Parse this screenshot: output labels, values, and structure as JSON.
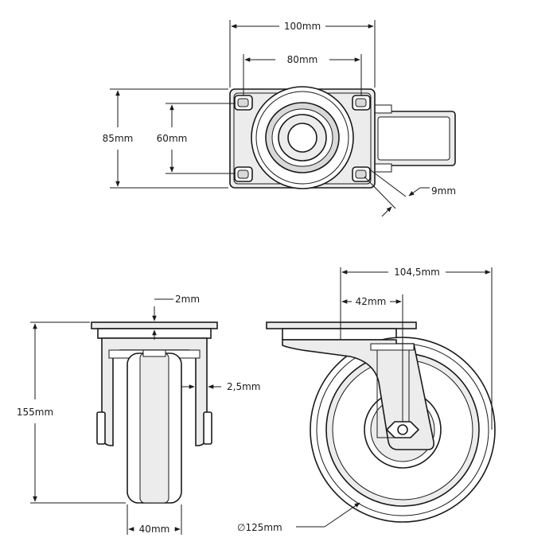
{
  "diagram": {
    "top_view": {
      "width_outer": "100mm",
      "width_holes": "80mm",
      "depth_outer": "85mm",
      "depth_holes": "60mm",
      "hole_slot": "9mm"
    },
    "front_view": {
      "plate_thickness": "2mm",
      "fork_thickness": "2,5mm",
      "total_height": "155mm",
      "wheel_width": "40mm"
    },
    "side_view": {
      "offset_total": "104,5mm",
      "swivel_offset": "42mm",
      "wheel_diameter": "∅125mm"
    }
  },
  "colors": {
    "line": "#1a1a1a",
    "fill_gray": "#d9d9d9",
    "fill_light": "#ececec"
  }
}
